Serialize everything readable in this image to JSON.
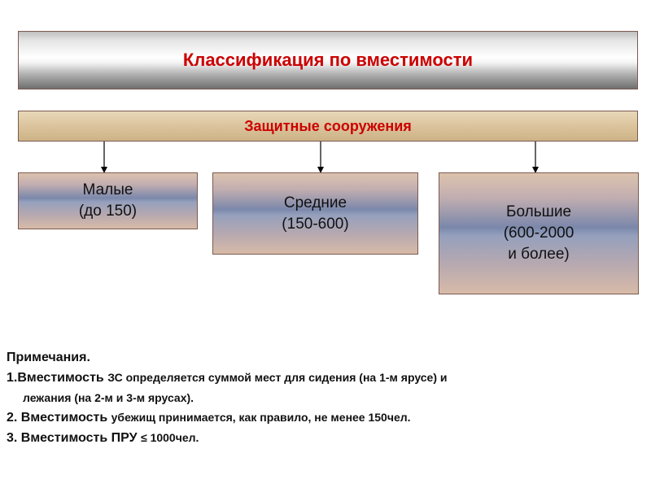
{
  "header": {
    "title": "Классификация по вместимости"
  },
  "subheader": {
    "label": "Защитные сооружения"
  },
  "categories": [
    {
      "name": "Малые",
      "range": "(до 150)"
    },
    {
      "name": "Средние",
      "range": "(150-600)"
    },
    {
      "name": "Большие",
      "range": "(600-2000",
      "range2": "и более)"
    }
  ],
  "notes": {
    "heading": "Примечания.",
    "n1_a": "1.Вместимость ",
    "n1_b": "ЗС определяется суммой мест для сидения (на 1-м ярусе) и",
    "n1_c": "лежания (на 2-м и 3-м ярусах).",
    "n2_a": "2. Вместимость ",
    "n2_b": "убежищ принимается, как правило, не менее 150чел.",
    "n3_a": "3. Вместимость ПРУ ",
    "n3_b": "≤ 1000чел."
  },
  "colors": {
    "accent_text": "#cc0000",
    "box_border": "#7a5a50"
  }
}
